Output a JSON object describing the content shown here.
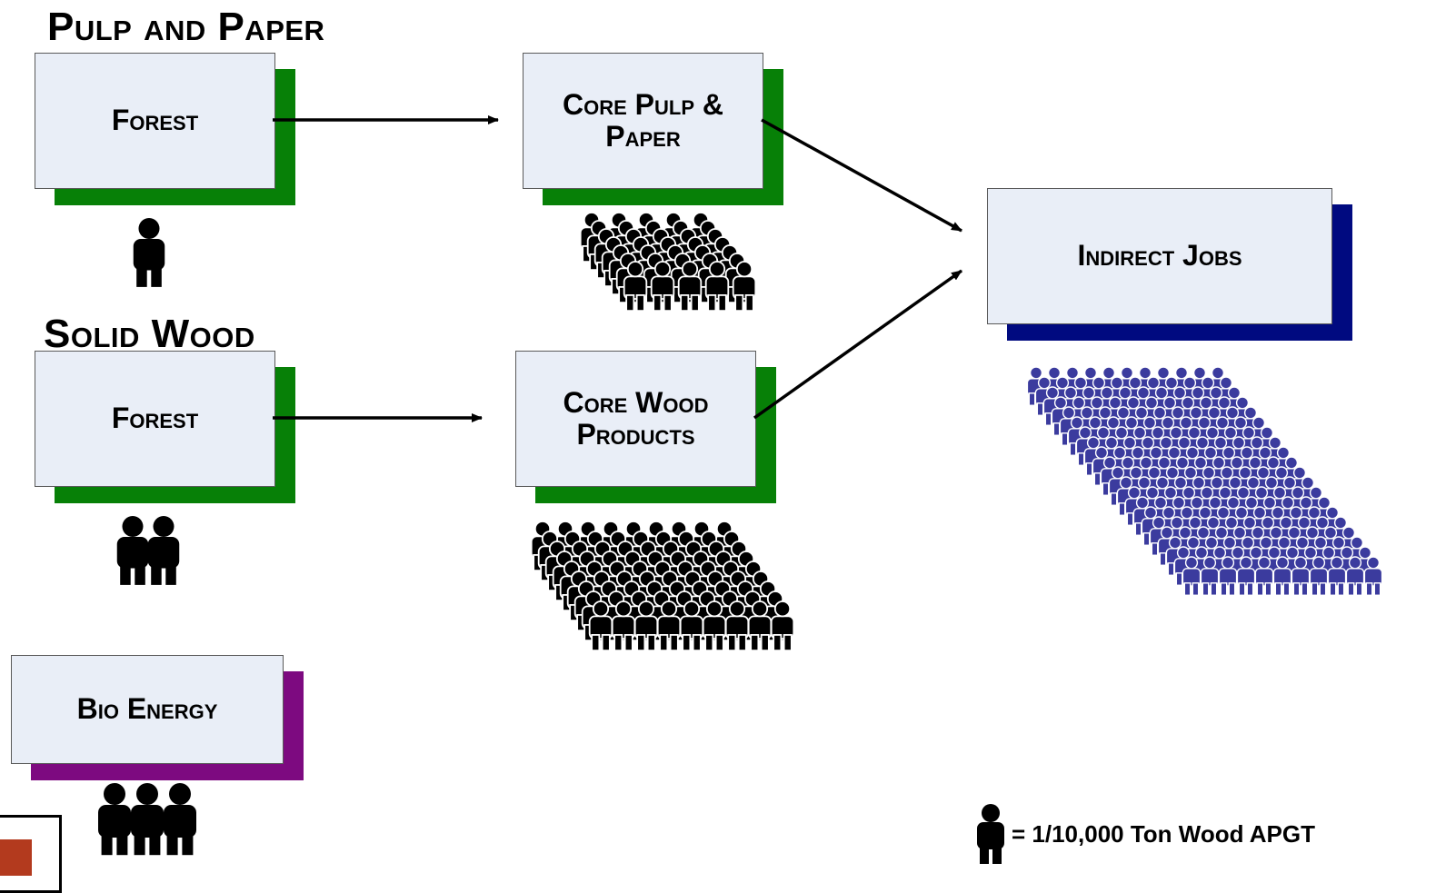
{
  "sections": {
    "pulp": {
      "title": "Pulp and Paper"
    },
    "solid": {
      "title": "Solid Wood"
    }
  },
  "boxes": {
    "forest_pulp": {
      "label": "Forest"
    },
    "core_pulp": {
      "label": "Core Pulp & Paper"
    },
    "forest_solid": {
      "label": "Forest"
    },
    "core_wood": {
      "label": "Core Wood Products"
    },
    "indirect": {
      "label": "Indirect Jobs"
    },
    "bio": {
      "label": "Bio Energy"
    }
  },
  "people_groups": {
    "forest_pulp": 1,
    "forest_solid": 2,
    "bio": 3
  },
  "legend": {
    "text": "= 1/10,000 Ton Wood APGT"
  },
  "colors": {
    "box_fill": "#e9eef7",
    "shadow_green": "#078007",
    "shadow_navy": "#000a80",
    "shadow_purple": "#7d0a80",
    "person_black": "#000000",
    "person_blue": "#3b3b9e",
    "corner_red": "#b33a1e"
  }
}
